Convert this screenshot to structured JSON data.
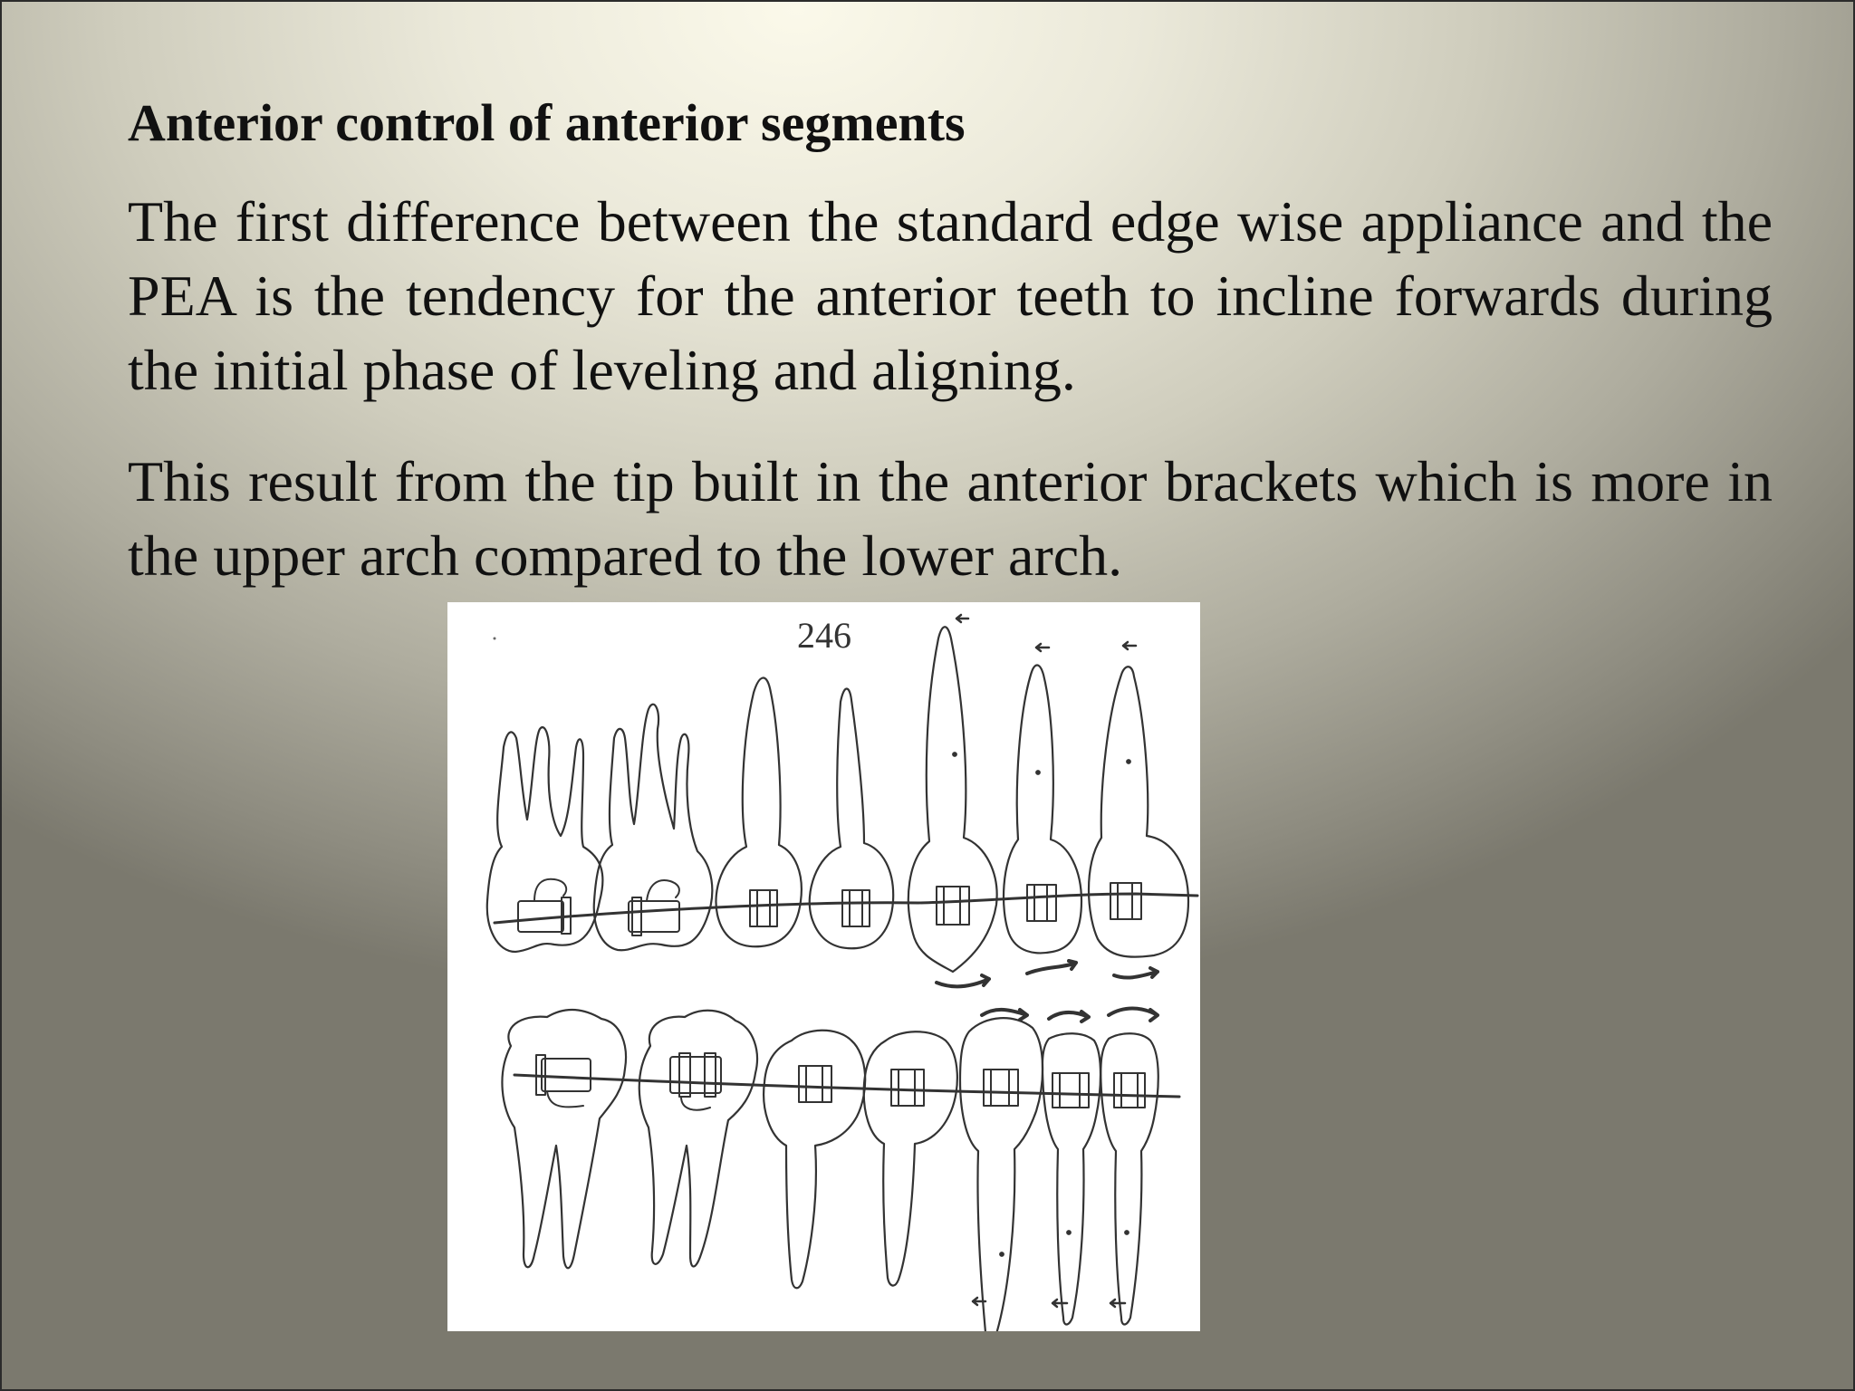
{
  "slide": {
    "title": "Anterior control of anterior segments",
    "paragraphs": [
      "The first difference between the standard edge wise appliance and the PEA is the tendency for the anterior teeth to incline forwards during the initial phase of leveling and aligning.",
      "This result from the tip built in the anterior brackets which is more in the upper arch compared to the lower arch."
    ]
  },
  "figure": {
    "label": "246",
    "icons": [
      "upper-arch-teeth-illustration",
      "lower-arch-teeth-illustration",
      "archwire-icon",
      "bracket-icon",
      "arrow-icon"
    ]
  }
}
